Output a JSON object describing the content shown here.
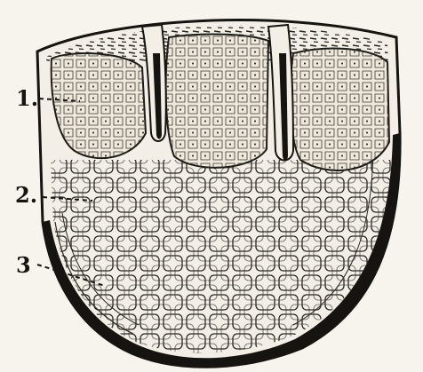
{
  "figure": {
    "labels": [
      {
        "id": "1",
        "text": "1."
      },
      {
        "id": "2",
        "text": "2."
      },
      {
        "id": "3",
        "text": "3"
      }
    ]
  },
  "colors": {
    "background": "#f7f4ee",
    "ink": "#161410",
    "cell_wall": "#2a2824"
  }
}
